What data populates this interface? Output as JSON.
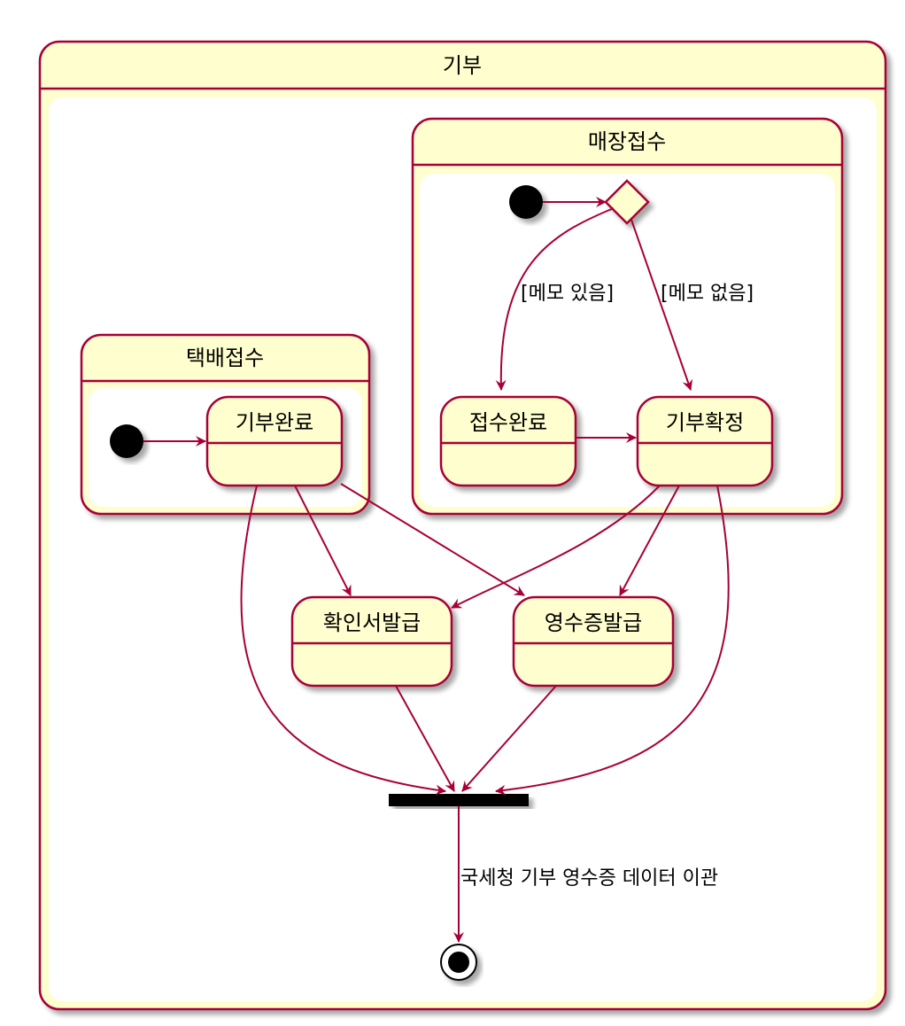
{
  "diagram": {
    "type": "state",
    "outer_state": {
      "name": "기부"
    },
    "composites": {
      "store": {
        "name": "매장접수"
      },
      "delivery": {
        "name": "택배접수"
      }
    },
    "states": {
      "delivery_done": "기부완료",
      "received_done": "접수완료",
      "confirmed": "기부확정",
      "certificate": "확인서발급",
      "receipt": "영수증발급"
    },
    "transitions": {
      "memo_yes": "[메모 있음]",
      "memo_no": "[메모 없음]",
      "transfer": "국세청 기부 영수증 데이터 이관"
    },
    "colors": {
      "border": "#a80036",
      "fill": "#fefece",
      "inner_fill": "#ffffff",
      "node": "#000000"
    }
  }
}
